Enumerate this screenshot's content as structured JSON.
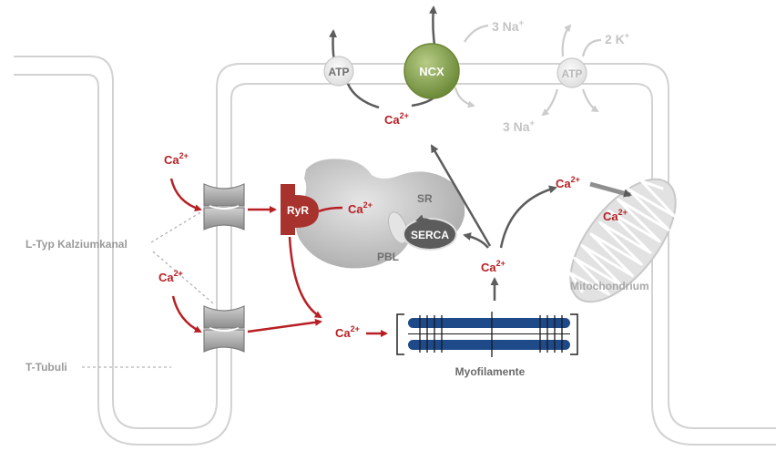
{
  "labels": {
    "atp_left": "ATP",
    "atp_right": "ATP",
    "ncx": "NCX",
    "na3_top": "3 Na",
    "na3_top_sup": "+",
    "k2": "2 K",
    "k2_sup": "+",
    "na3_bottom": "3 Na",
    "na3_bottom_sup": "+",
    "ca": "Ca",
    "ca_sup": "2+",
    "ryr": "RyR",
    "sr": "SR",
    "serca": "SERCA",
    "pbl": "PBL",
    "l_typ": "L-Typ Kalziumkanal",
    "t_tubuli": "T-Tubuli",
    "mitochondrium": "Mitochondrium",
    "myofilamente": "Myofilamente"
  },
  "colors": {
    "calcium": "#b81f24",
    "ryr": "#a8322e",
    "ncx": "#7d9a45",
    "myofilament": "#1f4a8a",
    "arrow": "#5c5c5c",
    "membrane": "#d2d2d2",
    "faded_text": "#c4c4c4"
  }
}
